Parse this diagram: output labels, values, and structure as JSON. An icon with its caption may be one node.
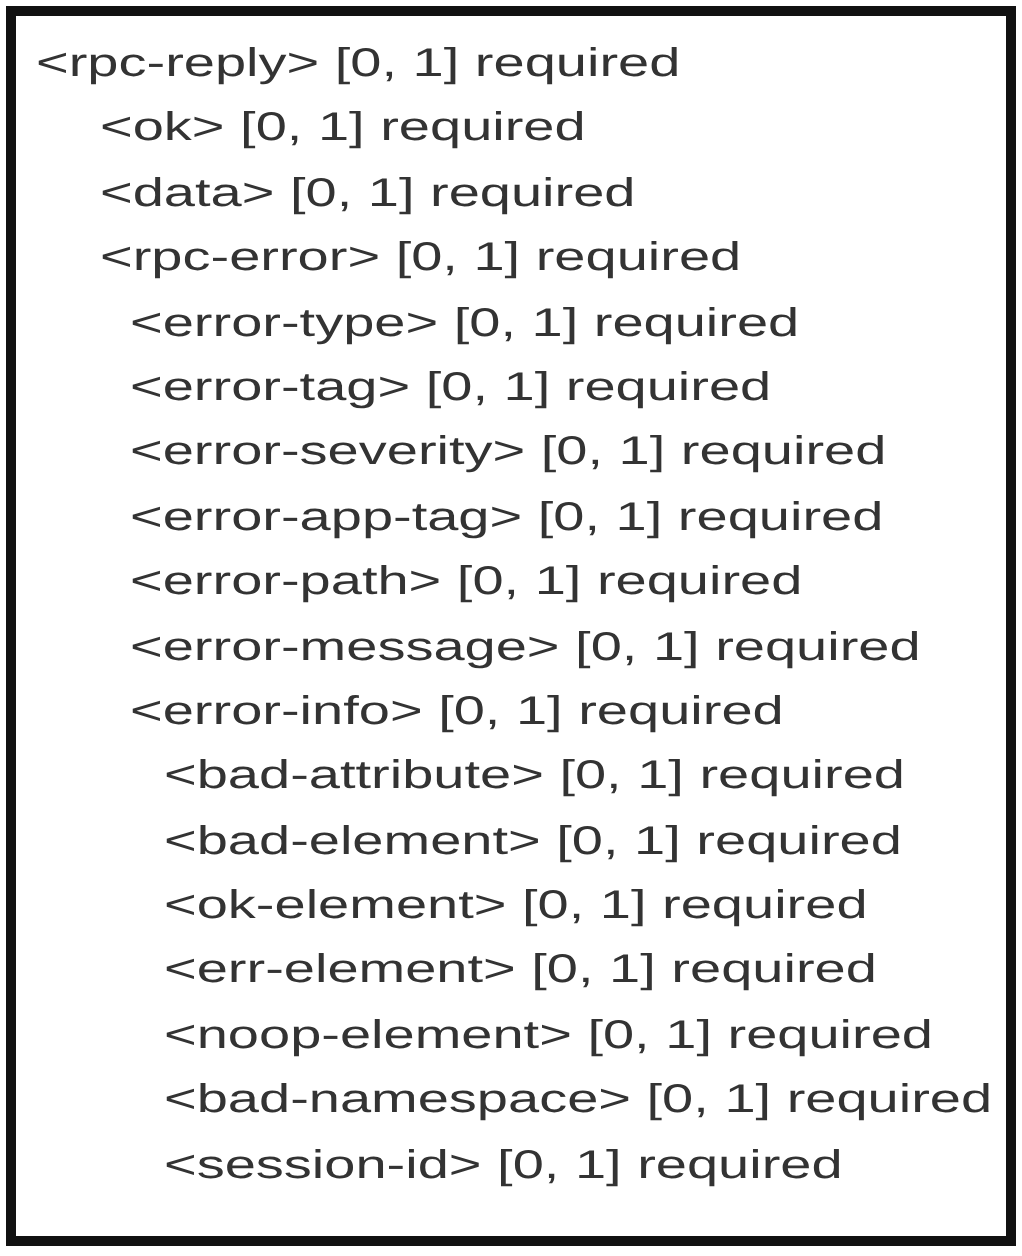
{
  "diagram": {
    "nodes": [
      {
        "text": [
          "<rpc-reply> [0, 1] required",
          "<ok> [0, 1] required",
          "<data> [0, 1] required",
          "<rpc-error> [0, 1] required",
          "<error-type> [0, 1] required",
          "<error-tag> [0, 1] required",
          "<error-severity> [0, 1] required",
          "<error-app-tag> [0, 1] required",
          "<error-path> [0, 1] required",
          "<error-message> [0, 1] required",
          "<error-info> [0, 1] required",
          "<bad-attribute> [0, 1] required",
          "<bad-element> [0, 1] required",
          "<ok-element> [0, 1] required",
          "<err-element> [0, 1] required",
          "<noop-element> [0, 1] required",
          "<bad-namespace> [0, 1] required",
          "<session-id> [0, 1] required"
        ]
      }
    ]
  }
}
